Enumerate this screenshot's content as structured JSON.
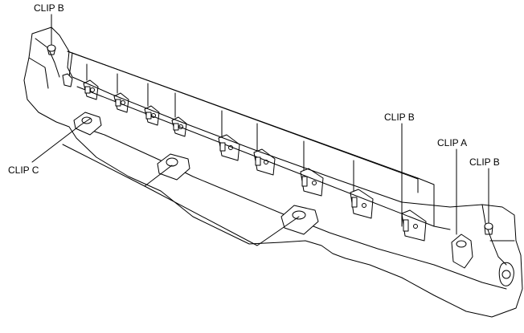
{
  "diagram": {
    "labels": {
      "clip_b_top": "CLIP B",
      "clip_b_mid": "CLIP B",
      "clip_a": "CLIP A",
      "clip_b_right": "CLIP B",
      "clip_c": "CLIP C"
    },
    "colors": {
      "line": "#000000",
      "background": "#ffffff"
    }
  }
}
